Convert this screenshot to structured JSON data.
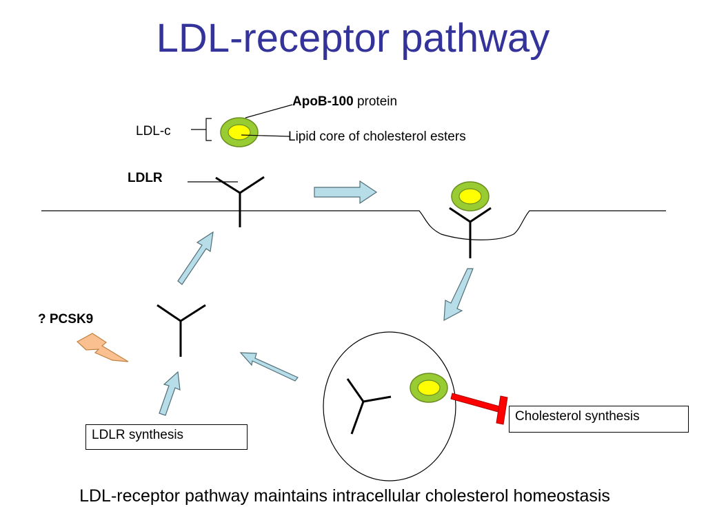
{
  "slide": {
    "title": "LDL-receptor pathway",
    "caption": "LDL-receptor pathway maintains intracellular cholesterol homeostasis"
  },
  "labels": {
    "apob_bold": "ApoB-100",
    "apob_rest": " protein",
    "ldlc": "LDL-c",
    "lipid_core": "Lipid core of cholesterol esters",
    "ldlr": "LDLR",
    "pcsk9": "? PCSK9",
    "ldlr_synthesis": "LDLR synthesis",
    "cholesterol_synthesis": "Cholesterol synthesis"
  },
  "colors": {
    "title": "#333399",
    "ldl_shell": "#99cc33",
    "ldl_core": "#ffff00",
    "arrow_fill": "#b7dde8",
    "inhibit": "#ff0000",
    "bolt": "#fac090"
  }
}
